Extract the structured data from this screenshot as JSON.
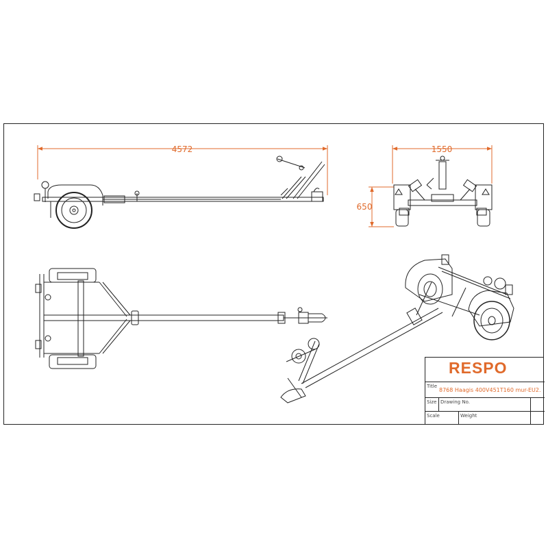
{
  "dimensions": {
    "overall_length": "4572",
    "overall_width": "1550",
    "overall_height": "650"
  },
  "title_block": {
    "brand": "RESPO",
    "title_label": "Title",
    "title_value": "8768 Haagis 400V451T160 mur-EU2.",
    "size_label": "Size",
    "drawing_no_label": "Drawing No.",
    "scale_label": "Scale",
    "weight_label": "Weight"
  },
  "colors": {
    "dimension": "#e06a2b",
    "line": "#222222",
    "accent": "#e06a2b"
  },
  "views": [
    "side-view",
    "rear-view",
    "top-view",
    "isometric-view"
  ]
}
